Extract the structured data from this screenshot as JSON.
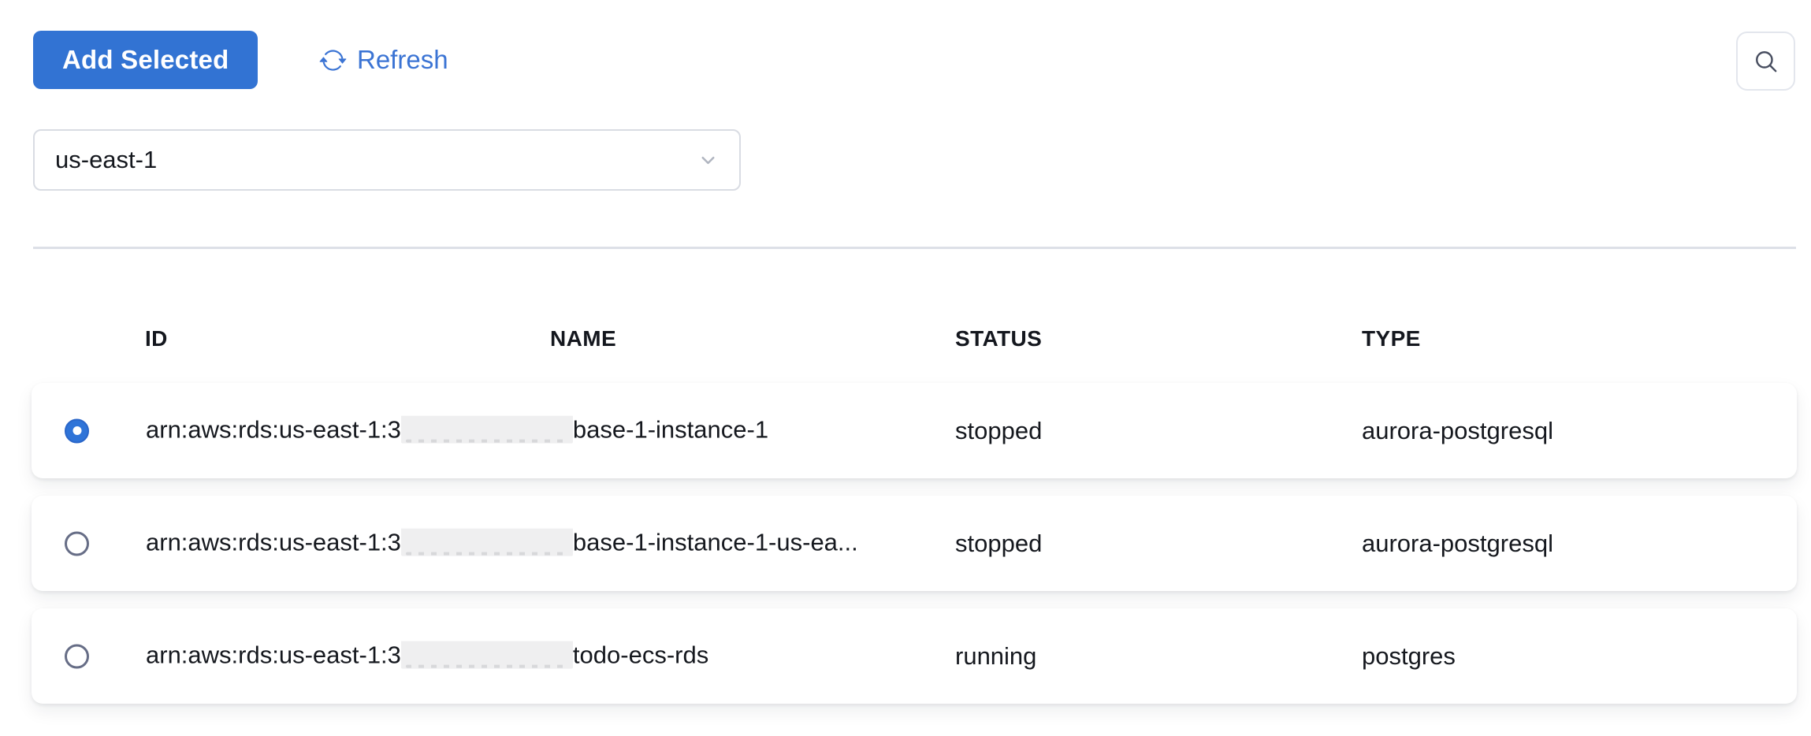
{
  "toolbar": {
    "add_selected_button": "Add Selected",
    "refresh_button": "Refresh"
  },
  "search_button": {
    "icon": "search-icon"
  },
  "region_select": {
    "selected_value": "us-east-1",
    "chevron_icon": "chevron-down-icon"
  },
  "table": {
    "headers": {
      "id": "ID",
      "name": "NAME",
      "status": "STATUS",
      "type": "TYPE"
    },
    "rows": [
      {
        "selected": true,
        "id_prefix": "arn:aws:rds:us-east-1:3",
        "id_redacted": true,
        "name_suffix": "base-1-instance-1",
        "status": "stopped",
        "type": "aurora-postgresql"
      },
      {
        "selected": false,
        "id_prefix": "arn:aws:rds:us-east-1:3",
        "id_redacted": true,
        "name_suffix": "base-1-instance-1-us-ea...",
        "status": "stopped",
        "type": "aurora-postgresql"
      },
      {
        "selected": false,
        "id_prefix": "arn:aws:rds:us-east-1:3",
        "id_redacted": true,
        "name_suffix": "todo-ecs-rds",
        "status": "running",
        "type": "postgres"
      }
    ]
  },
  "icons": {
    "refresh": "refresh-icon",
    "search": "search-icon",
    "chevron_down": "chevron-down-icon"
  },
  "colors": {
    "accent_blue": "#3273d3",
    "link_blue": "#3b74d4",
    "radio_selected_blue": "#2f74d8",
    "border_light": "#d9dce3",
    "divider": "#dde0e7",
    "text_dark": "#15181e",
    "redaction_gray": "#efeff0"
  }
}
